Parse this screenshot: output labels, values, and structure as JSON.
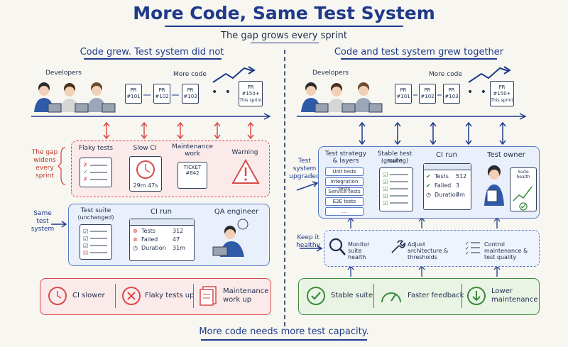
{
  "title": "More Code, Same Test System",
  "subtitle": "The gap grows every sprint",
  "footer": "More code needs more test capacity.",
  "colors": {
    "blue": "#1f3a8a",
    "red": "#d84b4b",
    "green": "#3b8a3b"
  },
  "left": {
    "heading": "Code grew. Test system did not",
    "developers": "Developers",
    "more_code": "More code",
    "prs": [
      {
        "label": "PR",
        "num": "#101"
      },
      {
        "label": "PR",
        "num": "#102"
      },
      {
        "label": "PR",
        "num": "#103"
      }
    ],
    "pr_last": {
      "label": "PR",
      "num": "#150+",
      "note": "This sprint"
    },
    "gap_label": "The gap widens every sprint",
    "problems": {
      "flaky": "Flaky tests",
      "slow_ci": "Slow CI",
      "slow_time": "29m 47s",
      "maintenance": "Maintenance work",
      "ticket": "TICKET",
      "ticket_num": "#842",
      "warning": "Warning"
    },
    "same_label": "Same test system",
    "suite_title": "Test suite",
    "suite_note": "(unchanged)",
    "ci_title": "CI run",
    "ci_rows": [
      {
        "label": "Tests",
        "value": "312"
      },
      {
        "label": "Failed",
        "value": "47"
      },
      {
        "label": "Duration",
        "value": "31m"
      }
    ],
    "qa": "QA engineer",
    "outcomes": [
      "CI slower",
      "Flaky tests up",
      "Maintenance work up"
    ]
  },
  "right": {
    "heading": "Code and test system grew together",
    "developers": "Developers",
    "more_code": "More code",
    "prs": [
      {
        "label": "PR",
        "num": "#101"
      },
      {
        "label": "PR",
        "num": "#102"
      },
      {
        "label": "PR",
        "num": "#103"
      }
    ],
    "pr_last": {
      "label": "PR",
      "num": "#150+",
      "note": "This sprint"
    },
    "upgraded_label": "Test system upgraded",
    "strategy_title": "Test strategy & layers",
    "layers": [
      "Unit tests",
      "Integration tests",
      "Service tests",
      "E2E tests",
      "..."
    ],
    "stable_title": "Stable test suite",
    "stable_note": "(growing)",
    "ci_title": "CI run",
    "ci_rows": [
      {
        "label": "Tests",
        "value": "512"
      },
      {
        "label": "Failed",
        "value": "3"
      },
      {
        "label": "Duration",
        "value": "7m"
      }
    ],
    "owner": "Test owner",
    "suite_health": "Suite health",
    "keep_label": "Keep it healthy",
    "actions": [
      "Monitor suite health",
      "Adjust architecture & thresholds",
      "Control maintenance & test quality"
    ],
    "outcomes": [
      "Stable suite",
      "Faster feedback",
      "Lower maintenance"
    ]
  }
}
